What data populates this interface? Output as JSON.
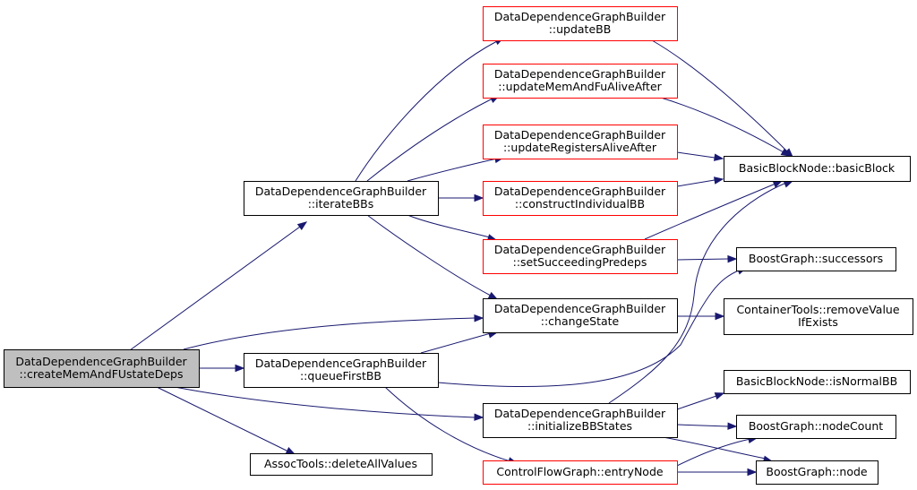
{
  "colors": {
    "edge": "#191970",
    "node_border_default": "#000000",
    "node_border_truncated": "#ff0000",
    "root_fill": "#bfbfbf",
    "node_fill": "#ffffff"
  },
  "nodes": [
    {
      "id": "root",
      "lines": [
        "DataDependenceGraphBuilder",
        "::createMemAndFUstateDeps"
      ],
      "style": "root"
    },
    {
      "id": "iter",
      "lines": [
        "DataDependenceGraphBuilder",
        "::iterateBBs"
      ],
      "style": "normal"
    },
    {
      "id": "queue",
      "lines": [
        "DataDependenceGraphBuilder",
        "::queueFirstBB"
      ],
      "style": "normal"
    },
    {
      "id": "delall",
      "lines": [
        "AssocTools::deleteAllValues"
      ],
      "style": "normal"
    },
    {
      "id": "upbb",
      "lines": [
        "DataDependenceGraphBuilder",
        "::updateBB"
      ],
      "style": "truncated"
    },
    {
      "id": "upmem",
      "lines": [
        "DataDependenceGraphBuilder",
        "::updateMemAndFuAliveAfter"
      ],
      "style": "truncated"
    },
    {
      "id": "upreg",
      "lines": [
        "DataDependenceGraphBuilder",
        "::updateRegistersAliveAfter"
      ],
      "style": "truncated"
    },
    {
      "id": "cons",
      "lines": [
        "DataDependenceGraphBuilder",
        "::constructIndividualBB"
      ],
      "style": "truncated"
    },
    {
      "id": "setsucc",
      "lines": [
        "DataDependenceGraphBuilder",
        "::setSucceedingPredeps"
      ],
      "style": "truncated"
    },
    {
      "id": "chst",
      "lines": [
        "DataDependenceGraphBuilder",
        "::changeState"
      ],
      "style": "normal"
    },
    {
      "id": "init",
      "lines": [
        "DataDependenceGraphBuilder",
        "::initializeBBStates"
      ],
      "style": "normal"
    },
    {
      "id": "entry",
      "lines": [
        "ControlFlowGraph::entryNode"
      ],
      "style": "truncated"
    },
    {
      "id": "bbb",
      "lines": [
        "BasicBlockNode::basicBlock"
      ],
      "style": "normal"
    },
    {
      "id": "succ",
      "lines": [
        "BoostGraph::successors"
      ],
      "style": "normal"
    },
    {
      "id": "remv",
      "lines": [
        "ContainerTools::removeValue",
        "IfExists"
      ],
      "style": "normal"
    },
    {
      "id": "isnorm",
      "lines": [
        "BasicBlockNode::isNormalBB"
      ],
      "style": "normal"
    },
    {
      "id": "ncount",
      "lines": [
        "BoostGraph::nodeCount"
      ],
      "style": "normal"
    },
    {
      "id": "bgnode",
      "lines": [
        "BoostGraph::node"
      ],
      "style": "normal"
    }
  ],
  "edges": [
    {
      "from": "root",
      "to": "iter"
    },
    {
      "from": "root",
      "to": "queue"
    },
    {
      "from": "root",
      "to": "delall"
    },
    {
      "from": "root",
      "to": "chst"
    },
    {
      "from": "root",
      "to": "init"
    },
    {
      "from": "iter",
      "to": "upbb"
    },
    {
      "from": "iter",
      "to": "upmem"
    },
    {
      "from": "iter",
      "to": "upreg"
    },
    {
      "from": "iter",
      "to": "cons"
    },
    {
      "from": "iter",
      "to": "setsucc"
    },
    {
      "from": "iter",
      "to": "chst"
    },
    {
      "from": "upbb",
      "to": "bbb"
    },
    {
      "from": "upmem",
      "to": "bbb"
    },
    {
      "from": "upreg",
      "to": "bbb"
    },
    {
      "from": "cons",
      "to": "bbb"
    },
    {
      "from": "setsucc",
      "to": "bbb"
    },
    {
      "from": "setsucc",
      "to": "succ"
    },
    {
      "from": "chst",
      "to": "remv"
    },
    {
      "from": "queue",
      "to": "chst"
    },
    {
      "from": "queue",
      "to": "succ"
    },
    {
      "from": "queue",
      "to": "entry"
    },
    {
      "from": "init",
      "to": "bbb"
    },
    {
      "from": "init",
      "to": "isnorm"
    },
    {
      "from": "init",
      "to": "ncount"
    },
    {
      "from": "init",
      "to": "bgnode"
    },
    {
      "from": "entry",
      "to": "ncount"
    },
    {
      "from": "entry",
      "to": "bgnode"
    }
  ]
}
